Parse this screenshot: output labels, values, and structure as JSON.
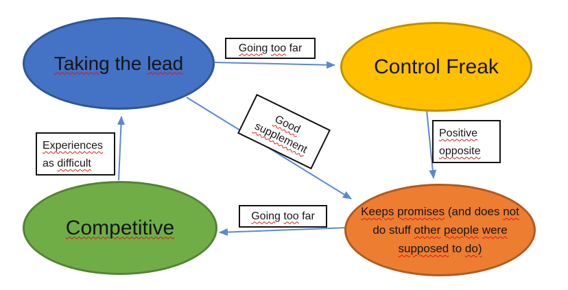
{
  "diagram": {
    "title": "Core quality quadrant diagram",
    "colors": {
      "node_blue_fill": "#4472C4",
      "node_blue_stroke": "#2F5597",
      "node_yellow_fill": "#FFC000",
      "node_yellow_stroke": "#BF9000",
      "node_green_fill": "#70AD47",
      "node_green_stroke": "#548235",
      "node_orange_fill": "#ED7D31",
      "node_orange_stroke": "#AE5A21",
      "arrow": "#5B87D5",
      "spellcheck_squiggle": "#E01414",
      "label_box_border": "#111111",
      "label_box_bg": "#FFFFFF"
    },
    "nodes": {
      "taking_the_lead": {
        "label": "Taking the lead",
        "words": [
          {
            "t": "Taking",
            "sq": true
          },
          {
            "t": "the",
            "sq": false
          },
          {
            "t": "lead",
            "sq": true
          }
        ]
      },
      "control_freak": {
        "label": "Control Freak",
        "words": [
          {
            "t": "Control",
            "sq": false
          },
          {
            "t": "Freak",
            "sq": false
          }
        ]
      },
      "competitive": {
        "label": "Competitive",
        "words": [
          {
            "t": "Competitive",
            "sq": true
          }
        ]
      },
      "keeps_promises": {
        "label": "Keeps promises (and does not do stuff other people were supposed to do)",
        "lines": [
          [
            {
              "t": "Keeps",
              "sq": true
            },
            {
              "t": "promises",
              "sq": true
            },
            {
              "t": "(and",
              "sq": false
            },
            {
              "t": "does",
              "sq": false
            },
            {
              "t": "not",
              "sq": true
            }
          ],
          [
            {
              "t": "do",
              "sq": false
            },
            {
              "t": "stuff",
              "sq": false
            },
            {
              "t": "other",
              "sq": true
            },
            {
              "t": "people",
              "sq": true
            },
            {
              "t": "were",
              "sq": true
            }
          ],
          [
            {
              "t": "supposed",
              "sq": true
            },
            {
              "t": "to",
              "sq": false
            },
            {
              "t": "do)",
              "sq": true
            }
          ]
        ]
      }
    },
    "edge_labels": {
      "going_too_far_top": {
        "label": "Going too far",
        "lines": [
          [
            {
              "t": "Going",
              "sq": true
            },
            {
              "t": "too",
              "sq": true
            },
            {
              "t": "far",
              "sq": false
            }
          ]
        ]
      },
      "good_supplement": {
        "label": "Good supplement",
        "lines": [
          [
            {
              "t": "Good",
              "sq": true
            }
          ],
          [
            {
              "t": "supplement",
              "sq": true
            }
          ]
        ]
      },
      "positive_opposite": {
        "label": "Positive opposite",
        "lines": [
          [
            {
              "t": "Positive",
              "sq": true
            }
          ],
          [
            {
              "t": "opposite",
              "sq": true
            }
          ]
        ]
      },
      "experiences_as_difficult": {
        "label": "Experiences as difficult",
        "lines": [
          [
            {
              "t": "Experiences",
              "sq": true
            }
          ],
          [
            {
              "t": "as",
              "sq": false
            },
            {
              "t": "difficult",
              "sq": true
            }
          ]
        ]
      },
      "going_too_far_bottom": {
        "label": "Going too far",
        "lines": [
          [
            {
              "t": "Going",
              "sq": true
            },
            {
              "t": "too",
              "sq": true
            },
            {
              "t": "far",
              "sq": false
            }
          ]
        ]
      }
    },
    "edges": [
      {
        "from": "Taking the lead",
        "to": "Control Freak",
        "label": "Going too far"
      },
      {
        "from": "Taking the lead",
        "to": "Keeps promises (and does not do stuff other people were supposed to do)",
        "label": "Good supplement"
      },
      {
        "from": "Control Freak",
        "to": "Keeps promises (and does not do stuff other people were supposed to do)",
        "label": "Positive opposite"
      },
      {
        "from": "Keeps promises (and does not do stuff other people were supposed to do)",
        "to": "Competitive",
        "label": "Going too far"
      },
      {
        "from": "Competitive",
        "to": "Taking the lead",
        "label": "Experiences as difficult"
      }
    ]
  }
}
